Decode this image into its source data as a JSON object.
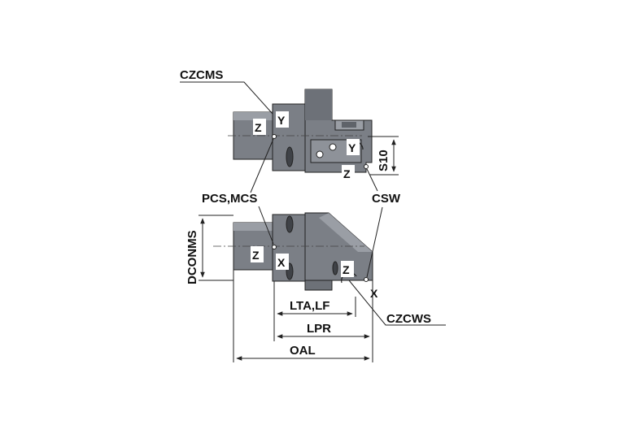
{
  "labels": {
    "czcms": "CZCMS",
    "pcs_mcs": "PCS,MCS",
    "csw": "CSW",
    "s10": "S10",
    "dconms": "DCONMS",
    "lta_lf": "LTA,LF",
    "lpr": "LPR",
    "oal": "OAL",
    "czcws": "CZCWS"
  },
  "axes": {
    "top_shank_z": "Z",
    "top_shank_y": "Y",
    "top_head_y": "Y",
    "top_head_z": "Z",
    "side_shank_z": "Z",
    "side_shank_x": "X",
    "side_head_z": "Z",
    "side_head_x": "X"
  },
  "colors": {
    "body": "#7b7f86",
    "body_dark": "#5f636a",
    "body_light": "#9a9ea5",
    "line": "#222222"
  }
}
